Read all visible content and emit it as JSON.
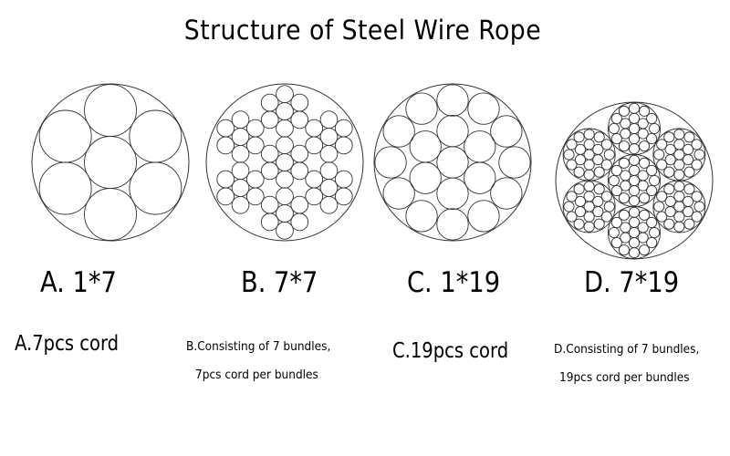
{
  "title": "Structure of Steel Wire Rope",
  "ropes": [
    {
      "code": "A. 1*7",
      "description": [
        "A.7pcs cord"
      ]
    },
    {
      "code": "B. 7*7",
      "description": [
        "B.Consisting of 7 bundles,",
        "7pcs cord per bundles"
      ]
    },
    {
      "code": "C. 1*19",
      "description": [
        "C.19pcs cord"
      ]
    },
    {
      "code": "D. 7*19",
      "description": [
        "D.Consisting of 7 bundles,",
        "19pcs cord per bundles"
      ]
    }
  ],
  "colors": {
    "line": "#333333",
    "text": "#000000",
    "background": "#ffffff"
  }
}
